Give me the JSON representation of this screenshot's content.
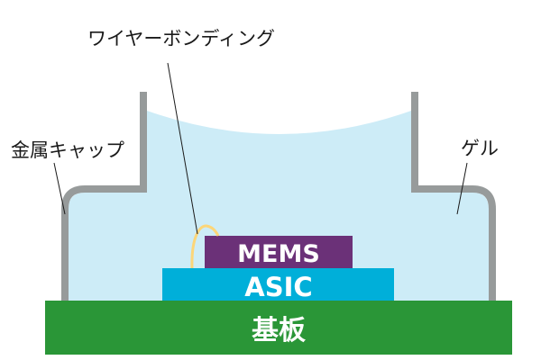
{
  "diagram": {
    "title": "MEMS package cross-section",
    "labels": {
      "wire_bonding": "ワイヤーボンディング",
      "metal_cap": "金属キャップ",
      "gel": "ゲル"
    },
    "components": {
      "mems": {
        "label": "MEMS",
        "color": "#6b3178"
      },
      "asic": {
        "label": "ASIC",
        "color": "#00afd9"
      },
      "substrate": {
        "label": "基板",
        "color": "#2a9637"
      }
    },
    "colors": {
      "cap": "#979b9b",
      "gel": "#cdecf7",
      "wire": "#fcd679",
      "callout_line": "#1a1a1a",
      "label_text": "#1a1a1a"
    }
  }
}
